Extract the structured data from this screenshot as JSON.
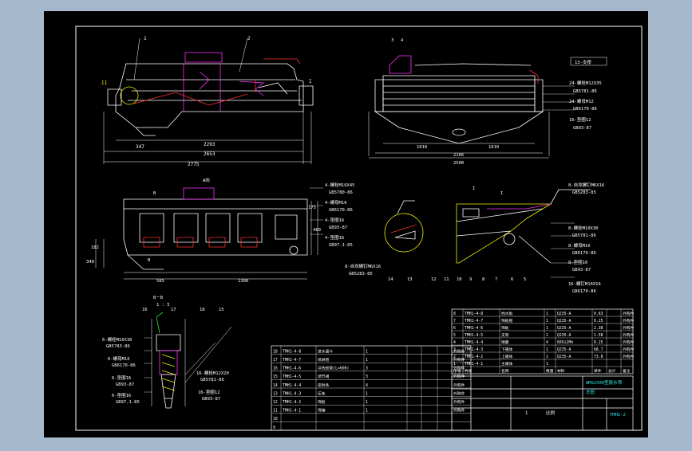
{
  "canvas": {
    "background": "#a6b8cc",
    "paper": "#000000"
  },
  "colors": {
    "line": "#ffffff",
    "accent": "#ff2fff",
    "red": "#ff3030",
    "yellow": "#f2f000",
    "green": "#30e030",
    "cyan": "#30e0e0"
  },
  "view_top_left": {
    "balloons": [
      "1",
      "2"
    ],
    "section_marks": [
      "II",
      "I"
    ],
    "dims": {
      "d1": "2293",
      "d2": "2653",
      "d3": "2775",
      "small": "347"
    }
  },
  "view_top_right": {
    "balloons": [
      "3",
      "4"
    ],
    "note": "13-支撑",
    "dims": {
      "d1": "1010",
      "d2": "1010",
      "d3": "2166",
      "d4": "2500"
    },
    "callouts": [
      "24-螺栓M12X35",
      "GB5781-86",
      "24-螺母M12",
      "GB6170-86",
      "16-垫圈12",
      "GB93-87"
    ]
  },
  "view_mid_left": {
    "section_marks": [
      "B",
      "B"
    ],
    "label": "A向",
    "dims": {
      "h1": "480",
      "h2": "175",
      "h3": "182",
      "v1": "348",
      "w1": "585",
      "w2": "1300"
    },
    "callouts": [
      "4-螺栓M16X45",
      "GB5780-86",
      "4-螺母M16",
      "GB6170-86",
      "4-垫圈16",
      "GB93-87",
      "4-垫圈16",
      "GB97.1-85",
      "8-自攻螺钉M6X16",
      "GB5283-85"
    ]
  },
  "view_mid_right": {
    "section_marks": [
      "I",
      "I"
    ],
    "balloons": [
      "14",
      "13",
      "12",
      "11",
      "10",
      "9",
      "8",
      "7",
      "6",
      "5"
    ],
    "callouts": [
      "8-自攻螺钉M6X16",
      "GB5283-85",
      "8-螺栓M10X30",
      "GB5781-86",
      "8-螺母M10",
      "GB6170-86",
      "8-垫圈10",
      "GB93-87",
      "16-螺钉M10X16",
      "GB6170-86"
    ]
  },
  "view_bottom_left": {
    "title": "B－B",
    "scale": "1 : 5",
    "balloons": [
      "16",
      "17",
      "18",
      "15"
    ],
    "callouts": [
      "6-螺栓M16X30",
      "GB5783-86",
      "6-螺母M16",
      "GB6170-86",
      "6-垫圈16",
      "GB93-87",
      "6-垫圈16",
      "GB97.1-85",
      "16-螺栓M12X20",
      "GB5781-86",
      "16-垫圈12",
      "GB93-87"
    ]
  },
  "parts_list_left": {
    "rows": [
      [
        "18",
        "TMH1-4-8",
        "进水漏斗",
        "1",
        "",
        "",
        "",
        "外购件"
      ],
      [
        "17",
        "TMH1-4-7",
        "喷淋管",
        "1",
        "",
        "",
        "",
        "外购件"
      ],
      [
        "16",
        "TMH1-4-6",
        "冲洗软管(L=600)",
        "3",
        "",
        "",
        "",
        "外购件"
      ],
      [
        "15",
        "TMH1-4-5",
        "调节阀",
        "3",
        "",
        "",
        "",
        "外购件"
      ],
      [
        "14",
        "TMH1-4-4",
        "密封条",
        "4",
        "",
        "",
        "",
        "外购件"
      ],
      [
        "13",
        "TMH1-4-3",
        "压条",
        "1",
        "",
        "",
        "",
        "外购件"
      ],
      [
        "12",
        "TMH1-4-2",
        "筛板",
        "1",
        "",
        "",
        "",
        "外购件"
      ],
      [
        "11",
        "TMH1-4-1",
        "筛箱",
        "1",
        "",
        "",
        "",
        "外购件"
      ],
      [
        "10",
        "",
        "",
        "",
        "",
        "",
        "",
        ""
      ],
      [
        "9",
        "",
        "",
        "",
        "",
        "",
        "",
        ""
      ]
    ]
  },
  "parts_list_right": {
    "rows": [
      [
        "8",
        "TMH1-4-8",
        "挡水板",
        "1",
        "Q235-A",
        "0.63",
        "",
        "外购件"
      ],
      [
        "7",
        "TMH1-4-7",
        "筛板框",
        "1",
        "Q235-A",
        "9.15",
        "",
        "外购件"
      ],
      [
        "6",
        "TMH1-4-6",
        "筛板",
        "1",
        "Q235-A",
        "2.38",
        "",
        "外购件"
      ],
      [
        "5",
        "TMH1-4-5",
        "支架",
        "1",
        "Q235-A",
        "1.58",
        "",
        "外购件"
      ],
      [
        "4",
        "TMH1-4-4",
        "弹簧",
        "4",
        "60Si2Mn",
        "0.25",
        "",
        "外购件"
      ],
      [
        "3",
        "TMH1-4-3",
        "下箱体",
        "1",
        "Q235-A",
        "68.7",
        "",
        "外购件"
      ],
      [
        "2",
        "TMH1-4-2",
        "上箱体",
        "1",
        "Q235-A",
        "73.8",
        "",
        "外购件"
      ],
      [
        "1",
        "TMH1-4-1",
        "主箱体",
        "1",
        "",
        "",
        "",
        ""
      ]
    ],
    "header": [
      "序号",
      "代号",
      "名称",
      "数量",
      "材料",
      "单件",
      "总计",
      "备注"
    ]
  },
  "title_block": {
    "name": "WMS2500型脱水筛",
    "sheet": "1",
    "drawing_no": "TMH1-2",
    "small1": "总图",
    "small2": "比例"
  }
}
